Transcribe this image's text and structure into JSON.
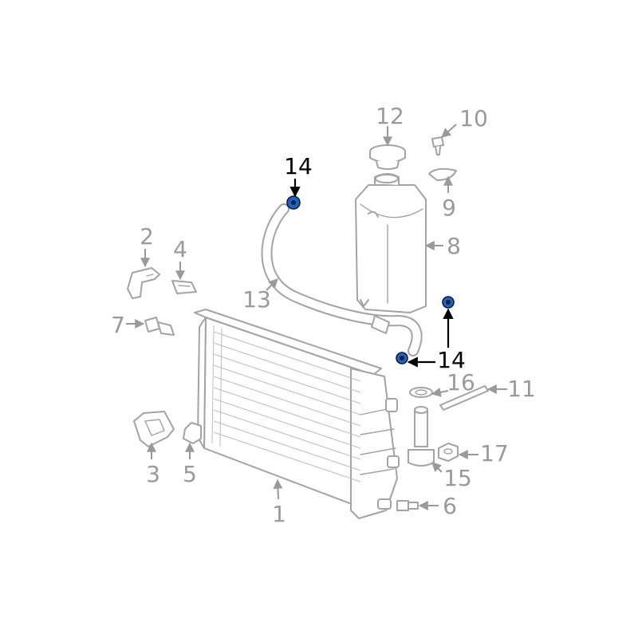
{
  "diagram": {
    "highlight_color": "#1f63c4",
    "callouts": [
      {
        "id": "c1",
        "text": "1"
      },
      {
        "id": "c2",
        "text": "2"
      },
      {
        "id": "c3",
        "text": "3"
      },
      {
        "id": "c4",
        "text": "4"
      },
      {
        "id": "c5",
        "text": "5"
      },
      {
        "id": "c6",
        "text": "6"
      },
      {
        "id": "c7",
        "text": "7"
      },
      {
        "id": "c8",
        "text": "8"
      },
      {
        "id": "c9",
        "text": "9"
      },
      {
        "id": "c10",
        "text": "10"
      },
      {
        "id": "c11",
        "text": "11"
      },
      {
        "id": "c12",
        "text": "12"
      },
      {
        "id": "c13",
        "text": "13"
      },
      {
        "id": "c14a",
        "text": "14"
      },
      {
        "id": "c14b",
        "text": "14"
      },
      {
        "id": "c15",
        "text": "15"
      },
      {
        "id": "c16",
        "text": "16"
      },
      {
        "id": "c17",
        "text": "17"
      }
    ]
  }
}
